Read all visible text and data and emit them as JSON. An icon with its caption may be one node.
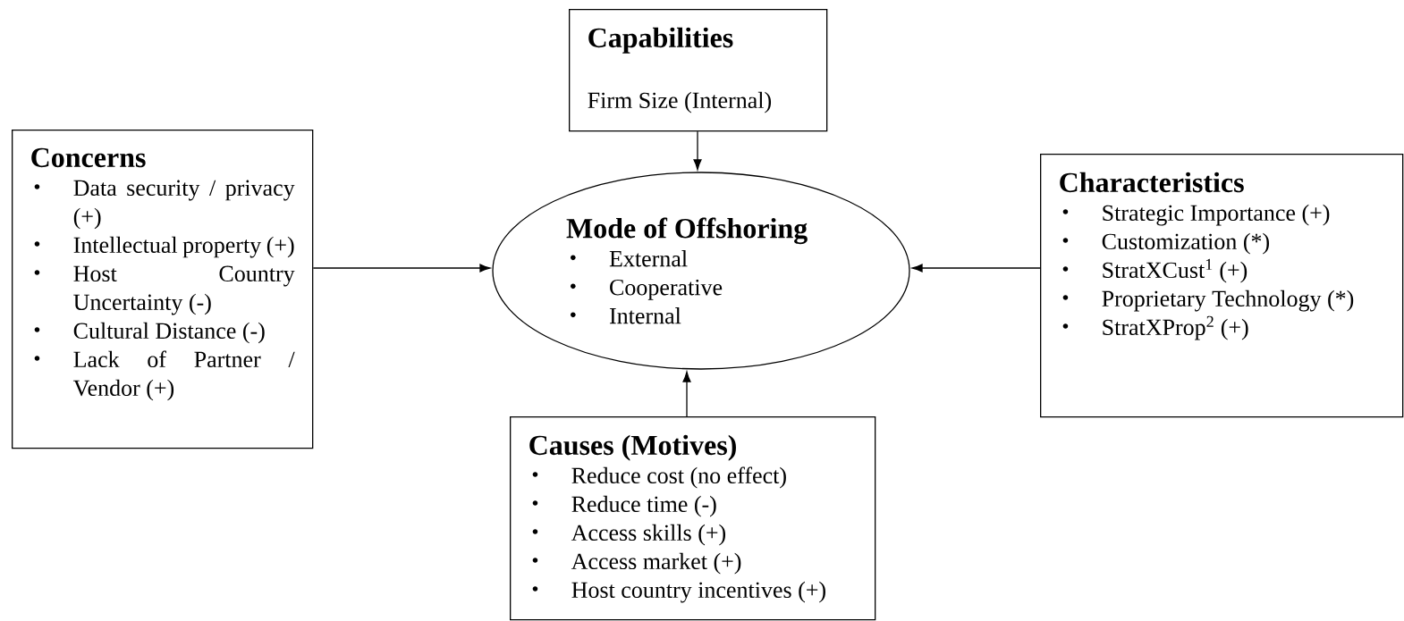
{
  "diagram": {
    "nodes": [
      {
        "text": [
          "Capabilities",
          "Firm Size (Internal)"
        ]
      },
      {
        "text": [
          "Concerns",
          "Data security / privacy (+)",
          "Intellectual property (+)",
          "Host Country Uncertainty (-)",
          "Cultural Distance (-)",
          "Lack of Partner / Vendor (+)"
        ]
      },
      {
        "text": [
          "Mode of Offshoring",
          "External",
          "Cooperative",
          "Internal"
        ]
      },
      {
        "text": [
          "Characteristics",
          "Strategic Importance (+)",
          "Customization (*)",
          "StratXCust$^{1}$ (+)",
          "Proprietary Technology  (*)",
          "StratXProp$^{2}$ (+)"
        ]
      },
      {
        "text": [
          "Causes (Motives)",
          "Reduce cost (no effect)",
          "Reduce time (-)",
          "Access skills (+)",
          "Access market (+)",
          "Host country incentives (+)"
        ]
      }
    ],
    "edges": [
      {
        "from": 0,
        "to": 2,
        "arrow": "to"
      },
      {
        "from": 1,
        "to": 2,
        "arrow": "to"
      },
      {
        "from": 3,
        "to": 2,
        "arrow": "to"
      },
      {
        "from": 4,
        "to": 2,
        "arrow": "to"
      }
    ]
  }
}
